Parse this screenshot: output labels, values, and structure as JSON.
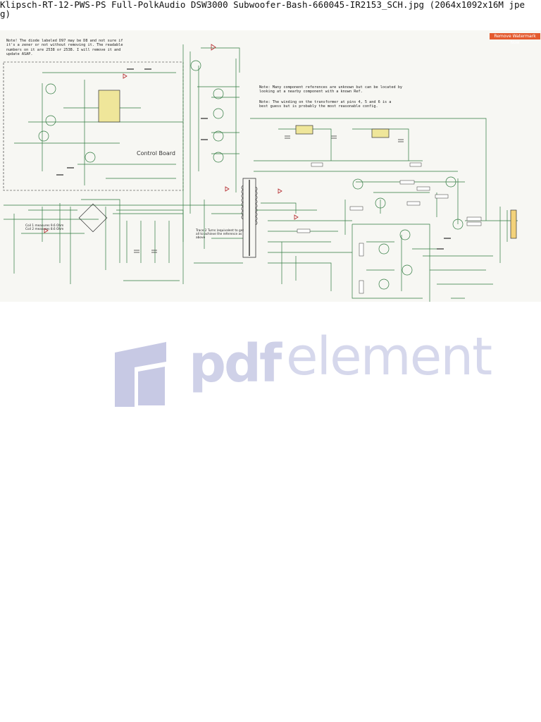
{
  "page": {
    "title": "Klipsch-RT-12-PWS-PS Full-PolkAudio DSW3000 Subwoofer-Bash-660045-IR2153_SCH.jpg (2064x1092x16M jpeg)"
  },
  "watermark": {
    "button_label": "Remove Watermark Now",
    "logo_word_bold": "pdf",
    "logo_word_light": "element"
  },
  "schematic": {
    "note_diode": "Note! The diode labeled D97 may be D8 and not sure if it's a zener or not without removing it. The readable numbers on it are 2538 or 253B. I will remove it and update ASAP.",
    "note_refs": "Note: Many component references are unknown but can be located by looking at a nearby component with a known Ref.",
    "note_winding": "Note: The winding on the transformer at pins 4, 5 and 6 is a best guess but is probably the most reasonable config.",
    "control_board_label": "Control Board",
    "fuse_note": "Coil 1 measures 9.6 Ohm Coil 2 measures 8.6 Ohm",
    "xfmr_note": "Trace 2 Turns (equivalent to get all to achieve the reference as above"
  }
}
